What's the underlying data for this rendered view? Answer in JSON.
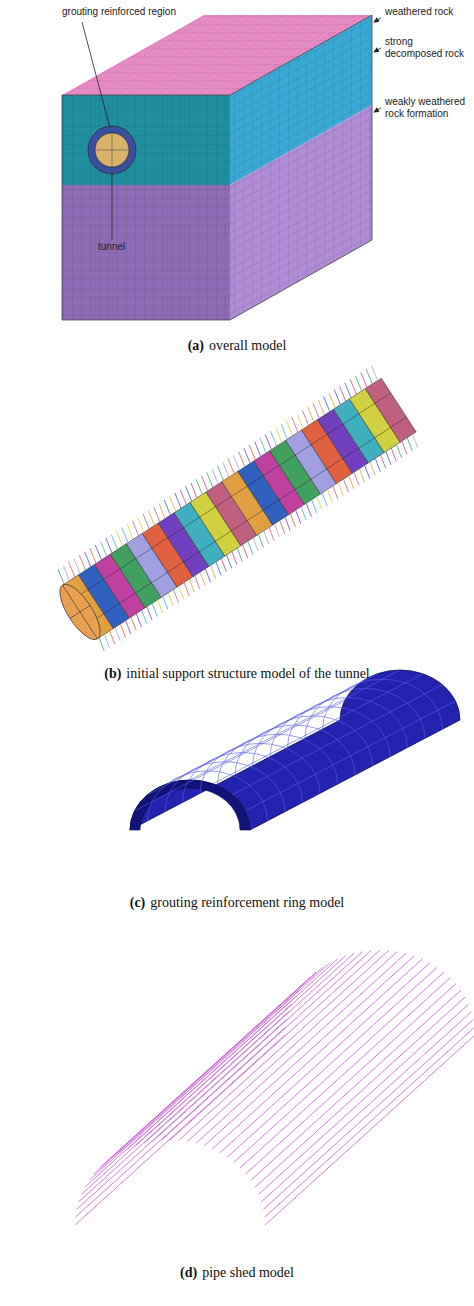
{
  "diagram": {
    "labels": [
      "grouting reinforced region",
      "tunnel",
      "weathered rock",
      "strong decomposed rock",
      "weakly weathered rock formation",
      "(a)",
      "overall model",
      "(b)",
      "initial support structure model of the tunnel",
      "(c)",
      "grouting reinforcement ring model",
      "(d)",
      "pipe shed model"
    ]
  }
}
